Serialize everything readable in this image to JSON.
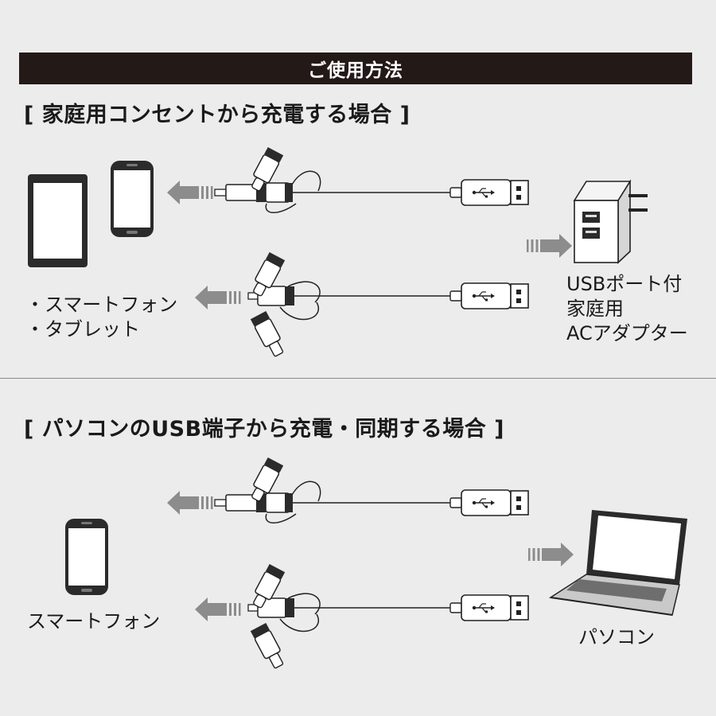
{
  "title": "ご使用方法",
  "sections": [
    {
      "heading": "[ 家庭用コンセントから充電する場合 ]",
      "devices_label_lines": [
        "・スマートフォン",
        "・タブレット"
      ],
      "source_label_lines": [
        "USBポート付",
        "家庭用",
        "ACアダプター"
      ]
    },
    {
      "heading": "[ パソコンのUSB端子から充電・同期する場合 ]",
      "devices_label_lines": [
        "スマートフォン"
      ],
      "source_label_lines": [
        "パソコン"
      ]
    }
  ],
  "colors": {
    "background": "#ececec",
    "title_bar": "#231916",
    "title_text": "#ffffff",
    "arrow_gray": "#8c8c8c",
    "device_dark": "#2b2b2b"
  },
  "icons": [
    "tablet-icon",
    "smartphone-icon",
    "ac-adapter-icon",
    "laptop-icon",
    "usb-cable-icon",
    "arrow-left-icon",
    "arrow-right-icon",
    "usb-symbol-icon"
  ]
}
